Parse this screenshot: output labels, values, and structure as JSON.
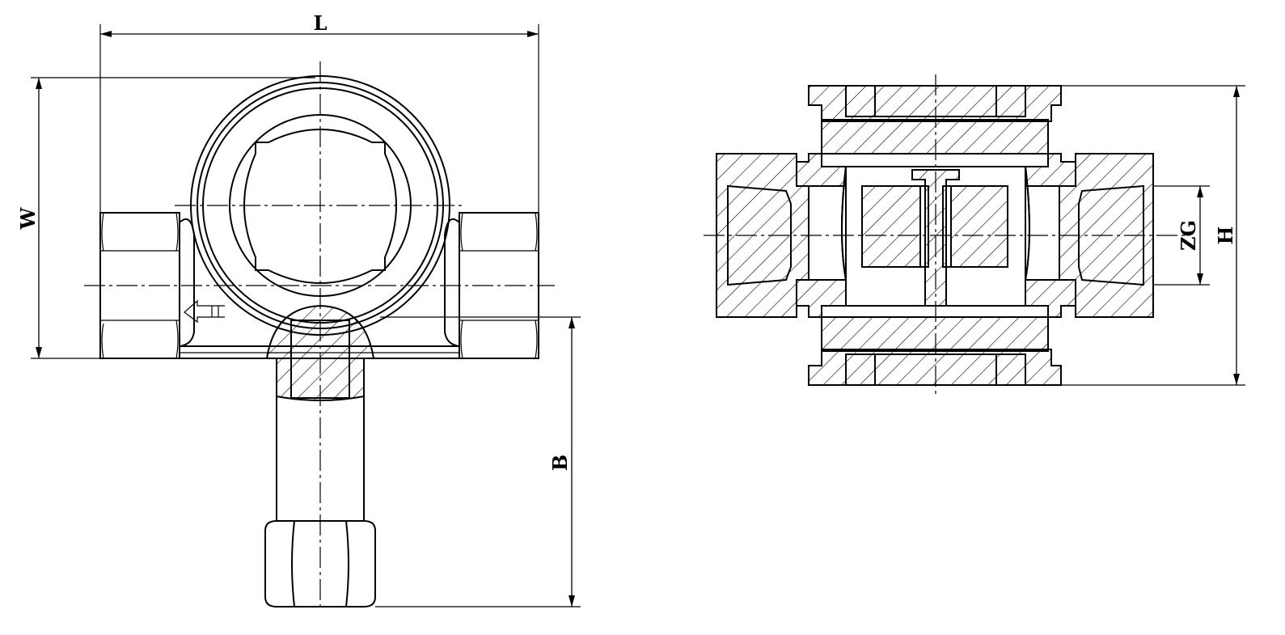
{
  "dimensions": {
    "length": "L",
    "width": "W",
    "branch_length": "B",
    "height": "H",
    "thread": "ZG"
  },
  "colors": {
    "line": "#000000",
    "background": "#ffffff"
  }
}
